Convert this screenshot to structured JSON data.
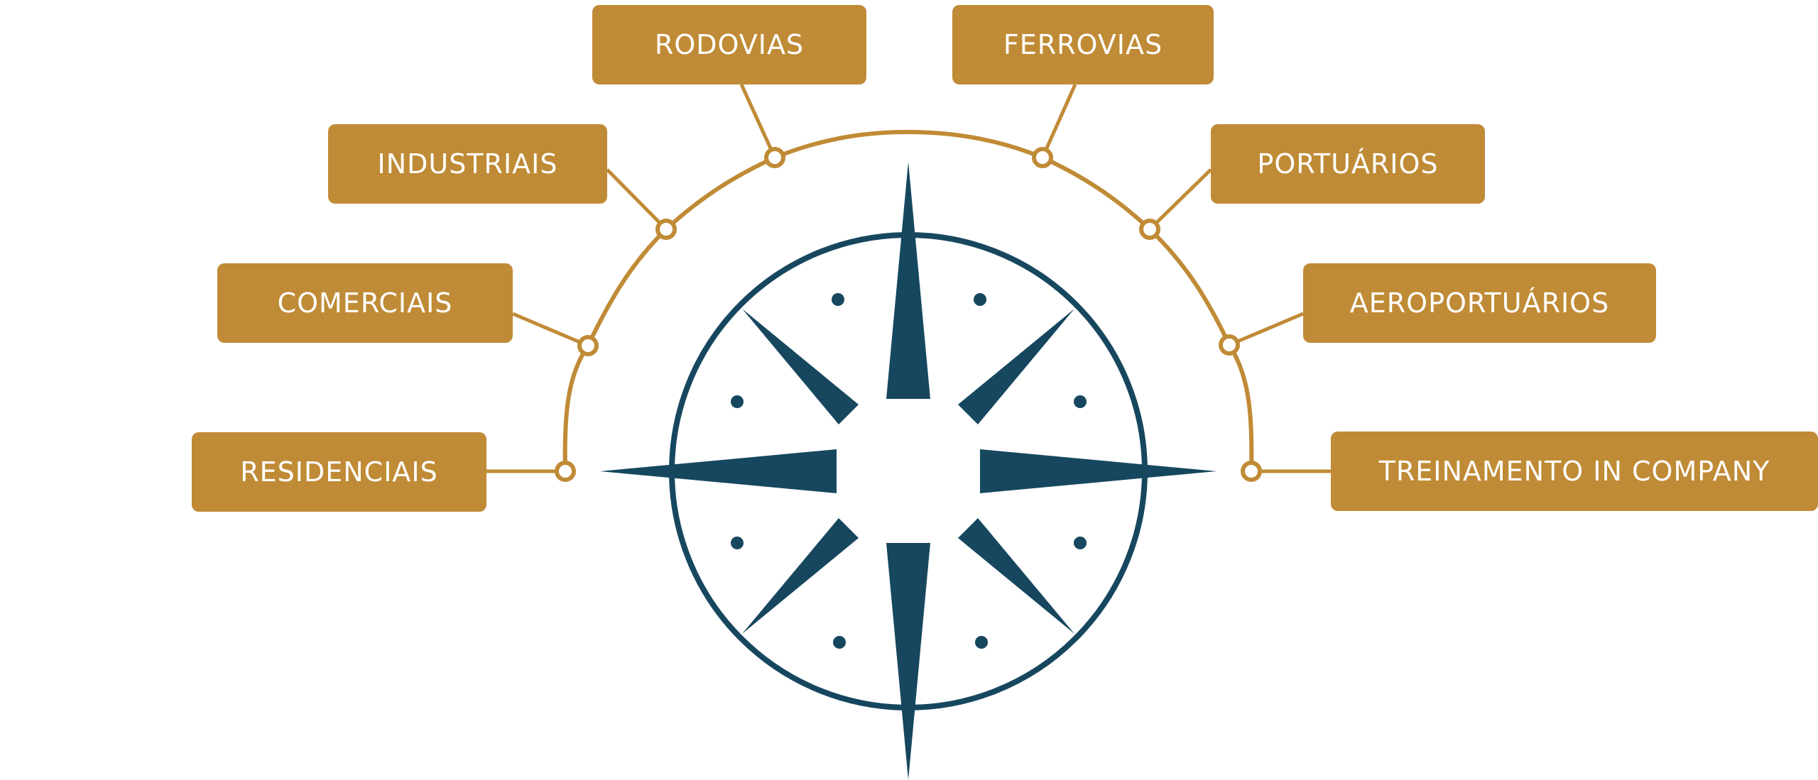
{
  "colors": {
    "accent": "#C08B36",
    "compass": "#16475F",
    "background": "#FFFFFF"
  },
  "categories": [
    {
      "id": "rodovias",
      "label": "RODOVIAS"
    },
    {
      "id": "ferrovias",
      "label": "FERROVIAS"
    },
    {
      "id": "industriais",
      "label": "INDUSTRIAIS"
    },
    {
      "id": "portuarios",
      "label": "PORTUÁRIOS"
    },
    {
      "id": "comerciais",
      "label": "COMERCIAIS"
    },
    {
      "id": "aeroportuarios",
      "label": "AEROPORTUÁRIOS"
    },
    {
      "id": "residenciais",
      "label": "RESIDENCIAIS"
    },
    {
      "id": "treinamento",
      "label": "TREINAMENTO IN COMPANY"
    }
  ]
}
